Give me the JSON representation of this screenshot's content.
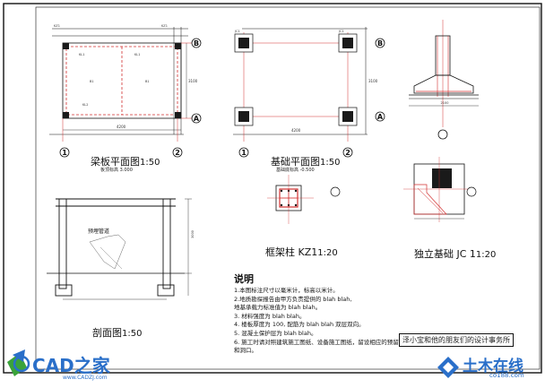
{
  "views": {
    "beam_plan": {
      "title": "梁板平面图",
      "scale": "1:50",
      "sub": "板顶标高 3.000"
    },
    "foundation_plan": {
      "title": "基础平面图",
      "scale": "1:50",
      "sub": "基础底标高 -0.500"
    },
    "section": {
      "title": "剖面图",
      "scale": "1:50"
    },
    "column": {
      "title": "框架柱 KZ1",
      "scale": "1:20"
    },
    "footing": {
      "title": "独立基础 JC 1",
      "scale": "1:20"
    }
  },
  "axes": {
    "a": "A",
    "b": "B",
    "n1": "1",
    "n2": "2"
  },
  "dims": {
    "span": "4200",
    "half": "2100",
    "depth": "3100"
  },
  "section_label": "预埋管道",
  "notes": {
    "heading": "说明",
    "items": [
      "1.本图标注尺寸以毫米计，标高以米计。",
      "2.地质勘探报告由甲方负责提供的 blah blah,",
      "   地基承载力标准值为 blah blah。",
      "3. 材料强度为 blah blah。",
      "4. 楼板厚度为 100, 配筋为 blah blah 双层双向。",
      "5. 混凝土保护层为 blah blah。",
      "6. 施工时请对照建筑施工图纸、设备施工图纸，留设相应的预留管道",
      "   和洞口。"
    ]
  },
  "title_block": "泽小宝和他的朋友们的设计事务所",
  "watermarks": {
    "left": "CAD之家",
    "left_url": "www.CADZJ.com",
    "right": "土木在线",
    "right_url": "co188.com"
  },
  "colors": {
    "line": "#111111",
    "axis": "#d23030",
    "column": "#1a1a1a",
    "wm_blue": "#2a6fc9",
    "wm_green": "#3aa33a"
  }
}
